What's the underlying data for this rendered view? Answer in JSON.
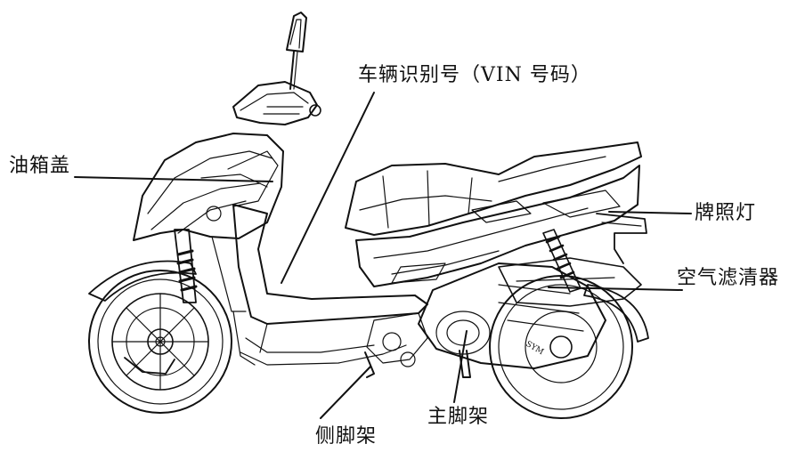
{
  "labels": {
    "fuel_tank_cap": "油箱盖",
    "vin": "车辆识别号（VIN 号码）",
    "license_plate_light": "牌照灯",
    "air_filter": "空气滤清器",
    "side_stand": "侧脚架",
    "main_stand": "主脚架"
  },
  "colors": {
    "line": "#111111",
    "background": "#ffffff"
  }
}
